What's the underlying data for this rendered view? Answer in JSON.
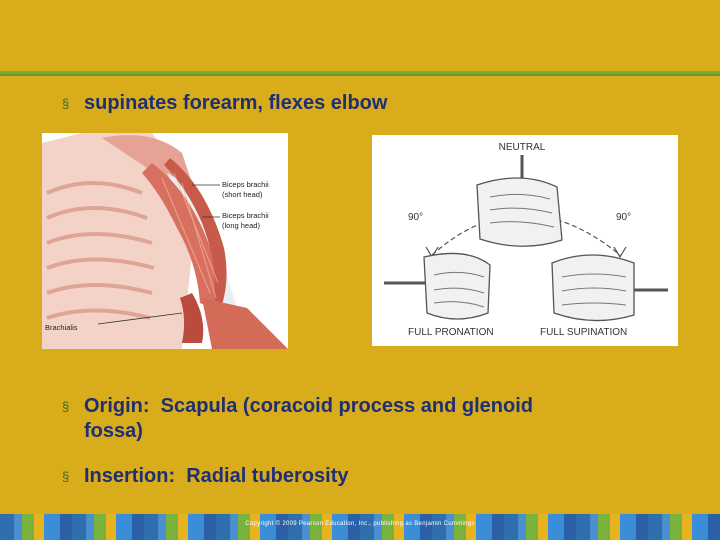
{
  "bullets": {
    "marker": "§",
    "b1": "supinates forearm, flexes elbow",
    "b2": "Origin:  Scapula (coracoid process and glenoid\nfossa)",
    "b3": "Insertion:  Radial tuberosity"
  },
  "muscle_figure": {
    "label_short_head_1": "Biceps brachii",
    "label_short_head_2": "(short head)",
    "label_long_head_1": "Biceps brachii",
    "label_long_head_2": "(long head)",
    "label_brachialis": "Brachialis"
  },
  "rotation_figure": {
    "neutral": "NEUTRAL",
    "angle_left": "90°",
    "angle_right": "90°",
    "full_pronation": "FULL PRONATION",
    "full_supination": "FULL SUPINATION"
  },
  "footer": {
    "copyright": "Copyright © 2009 Pearson Education, Inc., publishing as Benjamin Cummings"
  },
  "colors": {
    "background": "#d9ac1c",
    "rule": "#7fb23a",
    "text": "#1f2f73"
  }
}
